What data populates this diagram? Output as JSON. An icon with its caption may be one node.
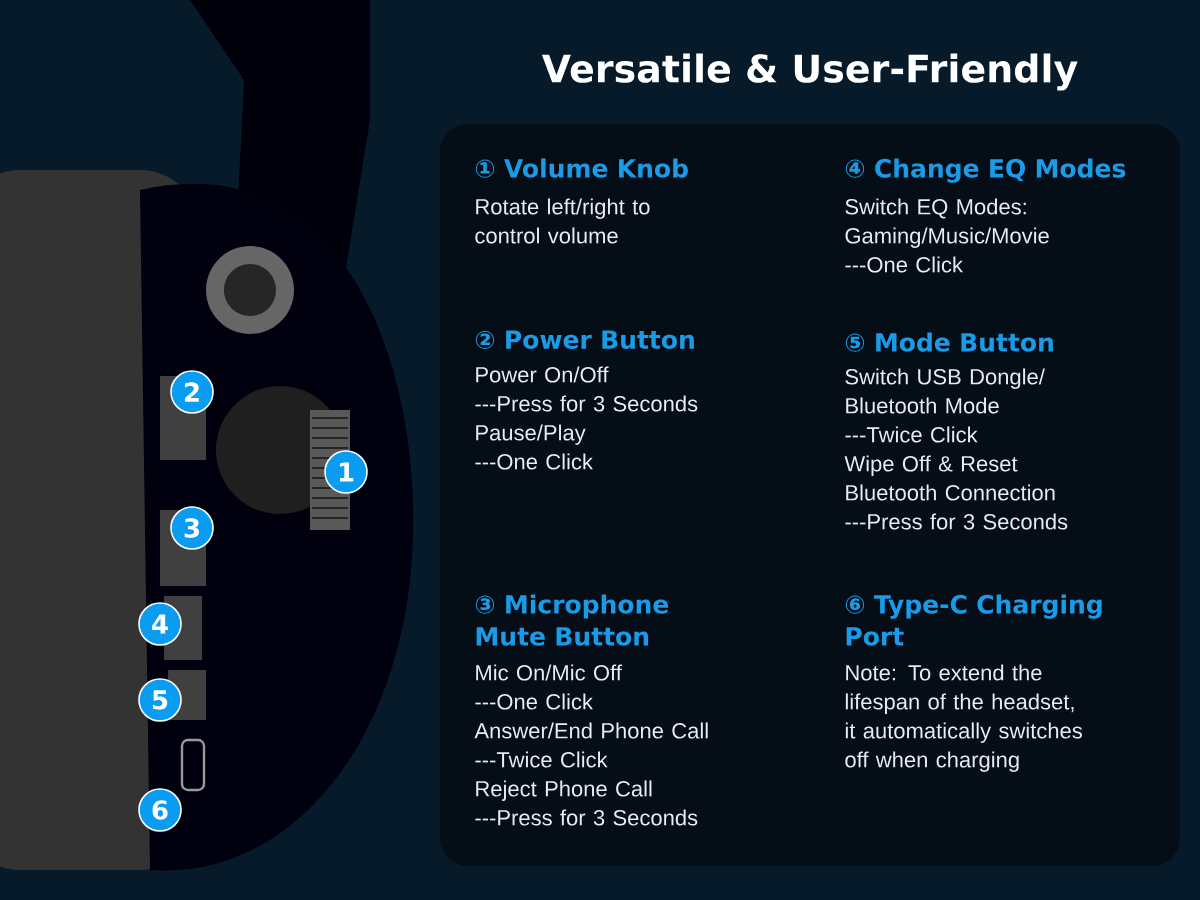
{
  "diagram": {
    "title": "Versatile & User-Friendly",
    "labels": [
      "2",
      "1",
      "3",
      "4",
      "5",
      "6",
      "① Volume Knob",
      "Rotate left/right to control volume",
      "④ Change EQ Modes",
      "Switch EQ Modes:",
      "Gaming/Music/Movie",
      "---One Click",
      "② Power Button",
      "Power On/Off",
      "---Press for 3 Seconds",
      "Pause/Play",
      "---One Click",
      "⑤ Mode Button",
      "Switch USB Dongle/ Bluetooth Mode",
      "---Twice Click",
      "Wipe Off & Reset Bluetooth Connection",
      "---Press for 3 Seconds",
      "③ Microphone Mute Button",
      "Mic On/Mic Off",
      "---One Click",
      "Answer/End Phone Call",
      "---Twice Click",
      "Reject Phone Call",
      "---Press for 3 Seconds",
      "⑥ Type-C Charging Port",
      "Note: To extend the lifespan of the headset, it automatically switches off when charging"
    ]
  }
}
